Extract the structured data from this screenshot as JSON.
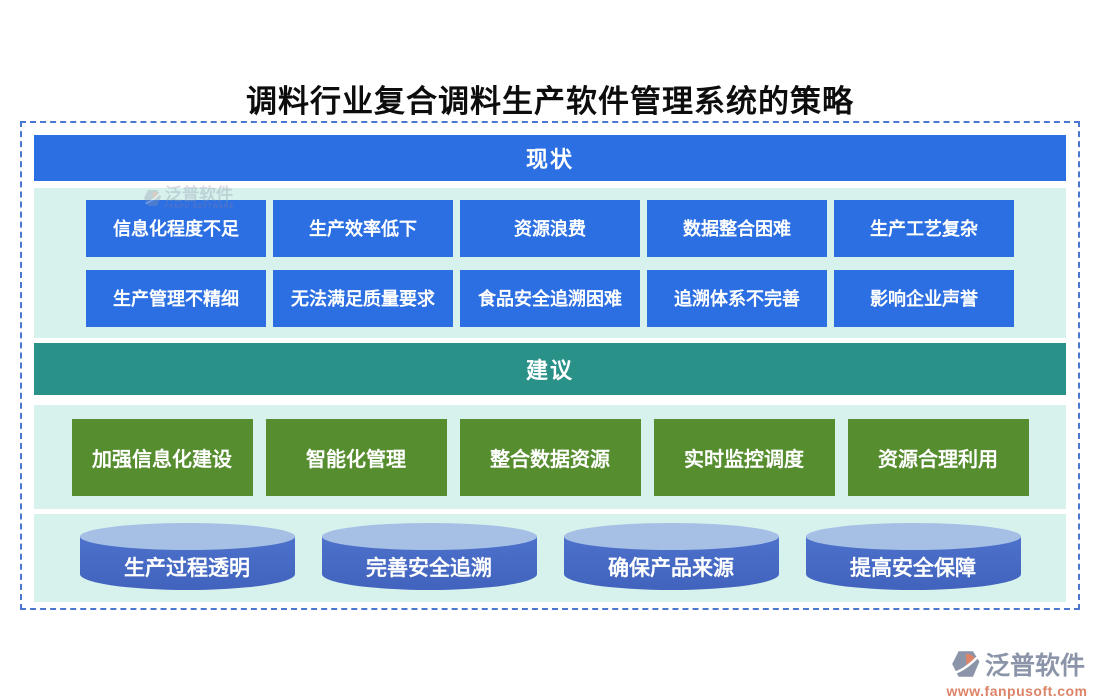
{
  "title": "调料行业复合调料生产软件管理系统的策略",
  "colors": {
    "accent_blue": "#2b6fe2",
    "accent_teal": "#2a9189",
    "accent_green": "#568d2f",
    "panel_mint": "#d7f2ed",
    "cylinder_body": "#4d72cb",
    "cylinder_top": "#a6bfe5",
    "frame_border": "#4a78cf",
    "logo_gray": "#8b94a9",
    "logo_salmon": "#dd8367"
  },
  "sections": {
    "status": {
      "header": "现状",
      "row1": [
        "信息化程度不足",
        "生产效率低下",
        "资源浪费",
        "数据整合困难",
        "生产工艺复杂"
      ],
      "row2": [
        "生产管理不精细",
        "无法满足质量要求",
        "食品安全追溯困难",
        "追溯体系不完善",
        "影响企业声誉"
      ]
    },
    "suggestions": {
      "header": "建议",
      "items": [
        "加强信息化建设",
        "智能化管理",
        "整合数据资源",
        "实时监控调度",
        "资源合理利用"
      ]
    },
    "outcomes": {
      "items": [
        "生产过程透明",
        "完善安全追溯",
        "确保产品来源",
        "提高安全保障"
      ]
    }
  },
  "watermark": {
    "brand": "泛普软件",
    "subtext": "FANPU SOFTWARE"
  },
  "footer_logo": {
    "brand": "泛普软件",
    "url": "www.fanpusoft.com"
  }
}
